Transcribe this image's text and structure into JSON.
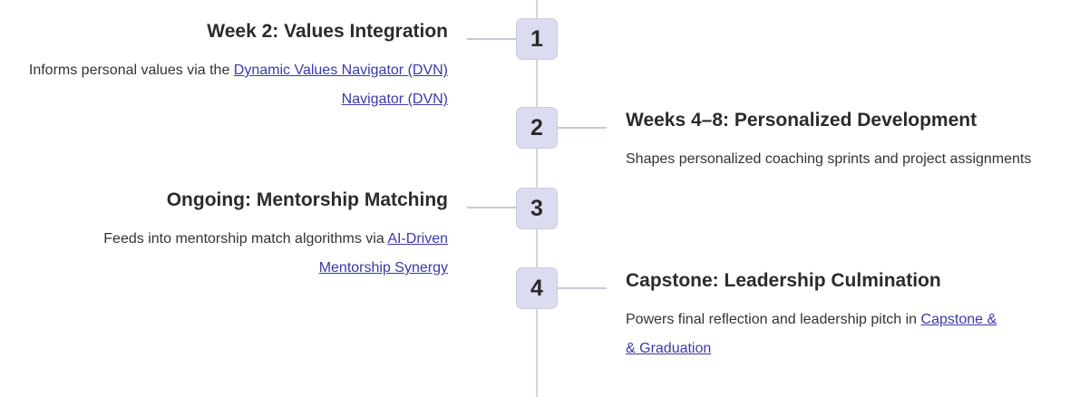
{
  "milestones": [
    {
      "number": "1",
      "title": "Week 2: Values Integration",
      "desc_prefix": "Informs personal values via the ",
      "link_line1": "Dynamic Values Navigator (DVN)",
      "link_line2": "Navigator (DVN)"
    },
    {
      "number": "2",
      "title": "Weeks 4–8: Personalized Development",
      "desc": "Shapes personalized coaching sprints and project assignments"
    },
    {
      "number": "3",
      "title": "Ongoing: Mentorship Matching",
      "desc_prefix": "Feeds into mentorship match algorithms via ",
      "link_line1": "AI-Driven",
      "link_line2": "Mentorship Synergy"
    },
    {
      "number": "4",
      "title": "Capstone: Leadership Culmination",
      "desc_prefix": "Powers final reflection and leadership pitch in ",
      "link_line1": "Capstone &",
      "link_line2": "& Graduation"
    }
  ],
  "colors": {
    "badge_fill": "#dcdcf0",
    "spine": "#d4d4de",
    "link": "#3a3aa6"
  }
}
